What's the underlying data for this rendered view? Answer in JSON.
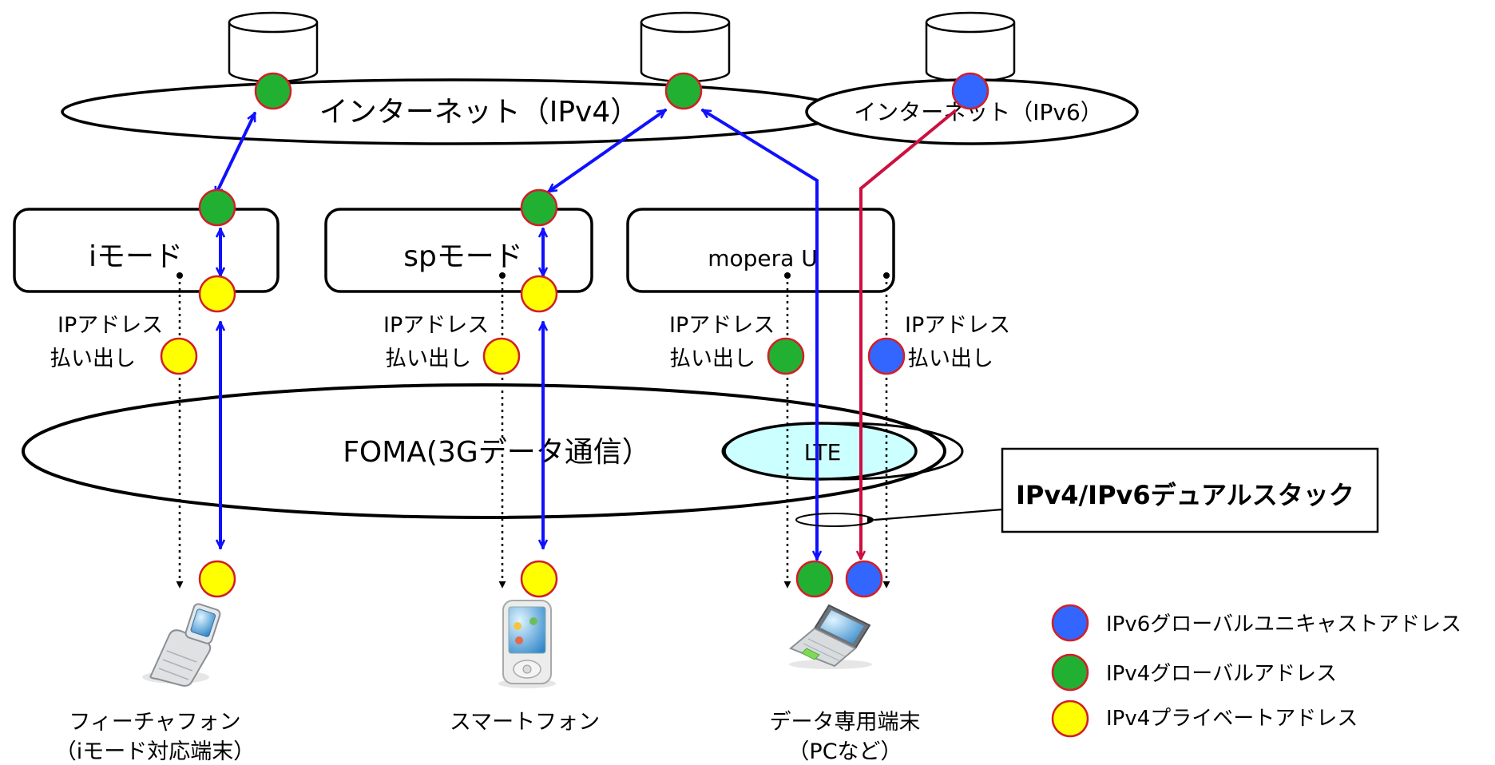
{
  "internet": {
    "ipv4_label": "インターネット（IPv4）",
    "ipv6_label": "インターネット（IPv6）"
  },
  "isps": {
    "imode": "iモード",
    "spmode": "spモード",
    "mopera": "mopera U"
  },
  "payout": {
    "line1": "IPアドレス",
    "line2": "払い出し"
  },
  "access": {
    "foma": "FOMA(3Gデータ通信）",
    "lte": "LTE"
  },
  "callout": "IPv4/IPv6デュアルスタック",
  "devices": {
    "feature_phone": {
      "line1": "フィーチャフォン",
      "line2": "（iモード対応端末）"
    },
    "smartphone": {
      "line1": "スマートフォン"
    },
    "data_terminal": {
      "line1": "データ専用端末",
      "line2": "（PCなど）"
    }
  },
  "legend": [
    {
      "label": "IPv6グローバルユニキャストアドレス",
      "color": "#3366ff"
    },
    {
      "label": "IPv4グローバルアドレス",
      "color": "#22b033"
    },
    {
      "label": "IPv4プライベートアドレス",
      "color": "#ffff00"
    }
  ],
  "colors": {
    "ipv6": "#3366ff",
    "ipv4_global": "#22b033",
    "ipv4_private": "#ffff00",
    "dot_border": "#d0202a",
    "flow_blue": "#1010ff",
    "flow_red": "#cc1040",
    "lte_fill": "#ccffff"
  }
}
